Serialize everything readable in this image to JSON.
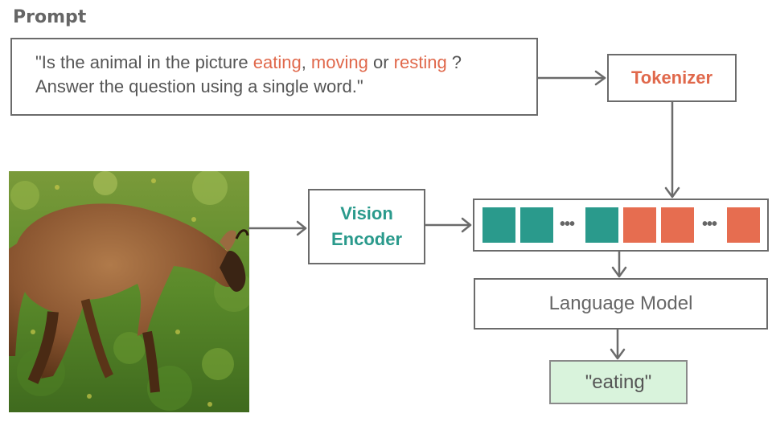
{
  "heading": "Prompt",
  "prompt": {
    "line1_pre": "\"Is the animal in the picture ",
    "option1": "eating",
    "sep1": ", ",
    "option2": "moving",
    "sep2": " or ",
    "option3": "resting",
    "line1_post": " ?",
    "line2": "Answer the question using a single word.\""
  },
  "tokenizer_label": "Tokenizer",
  "vision_encoder": {
    "line1": "Vision",
    "line2": "Encoder"
  },
  "token_ellipsis": "•••",
  "language_model_label": "Language Model",
  "output_label": "\"eating\"",
  "colors": {
    "teal_token": "#2a9a8c",
    "coral_token": "#e66d50",
    "highlight_text": "#e0684b",
    "output_fill": "#d9f3dc"
  }
}
